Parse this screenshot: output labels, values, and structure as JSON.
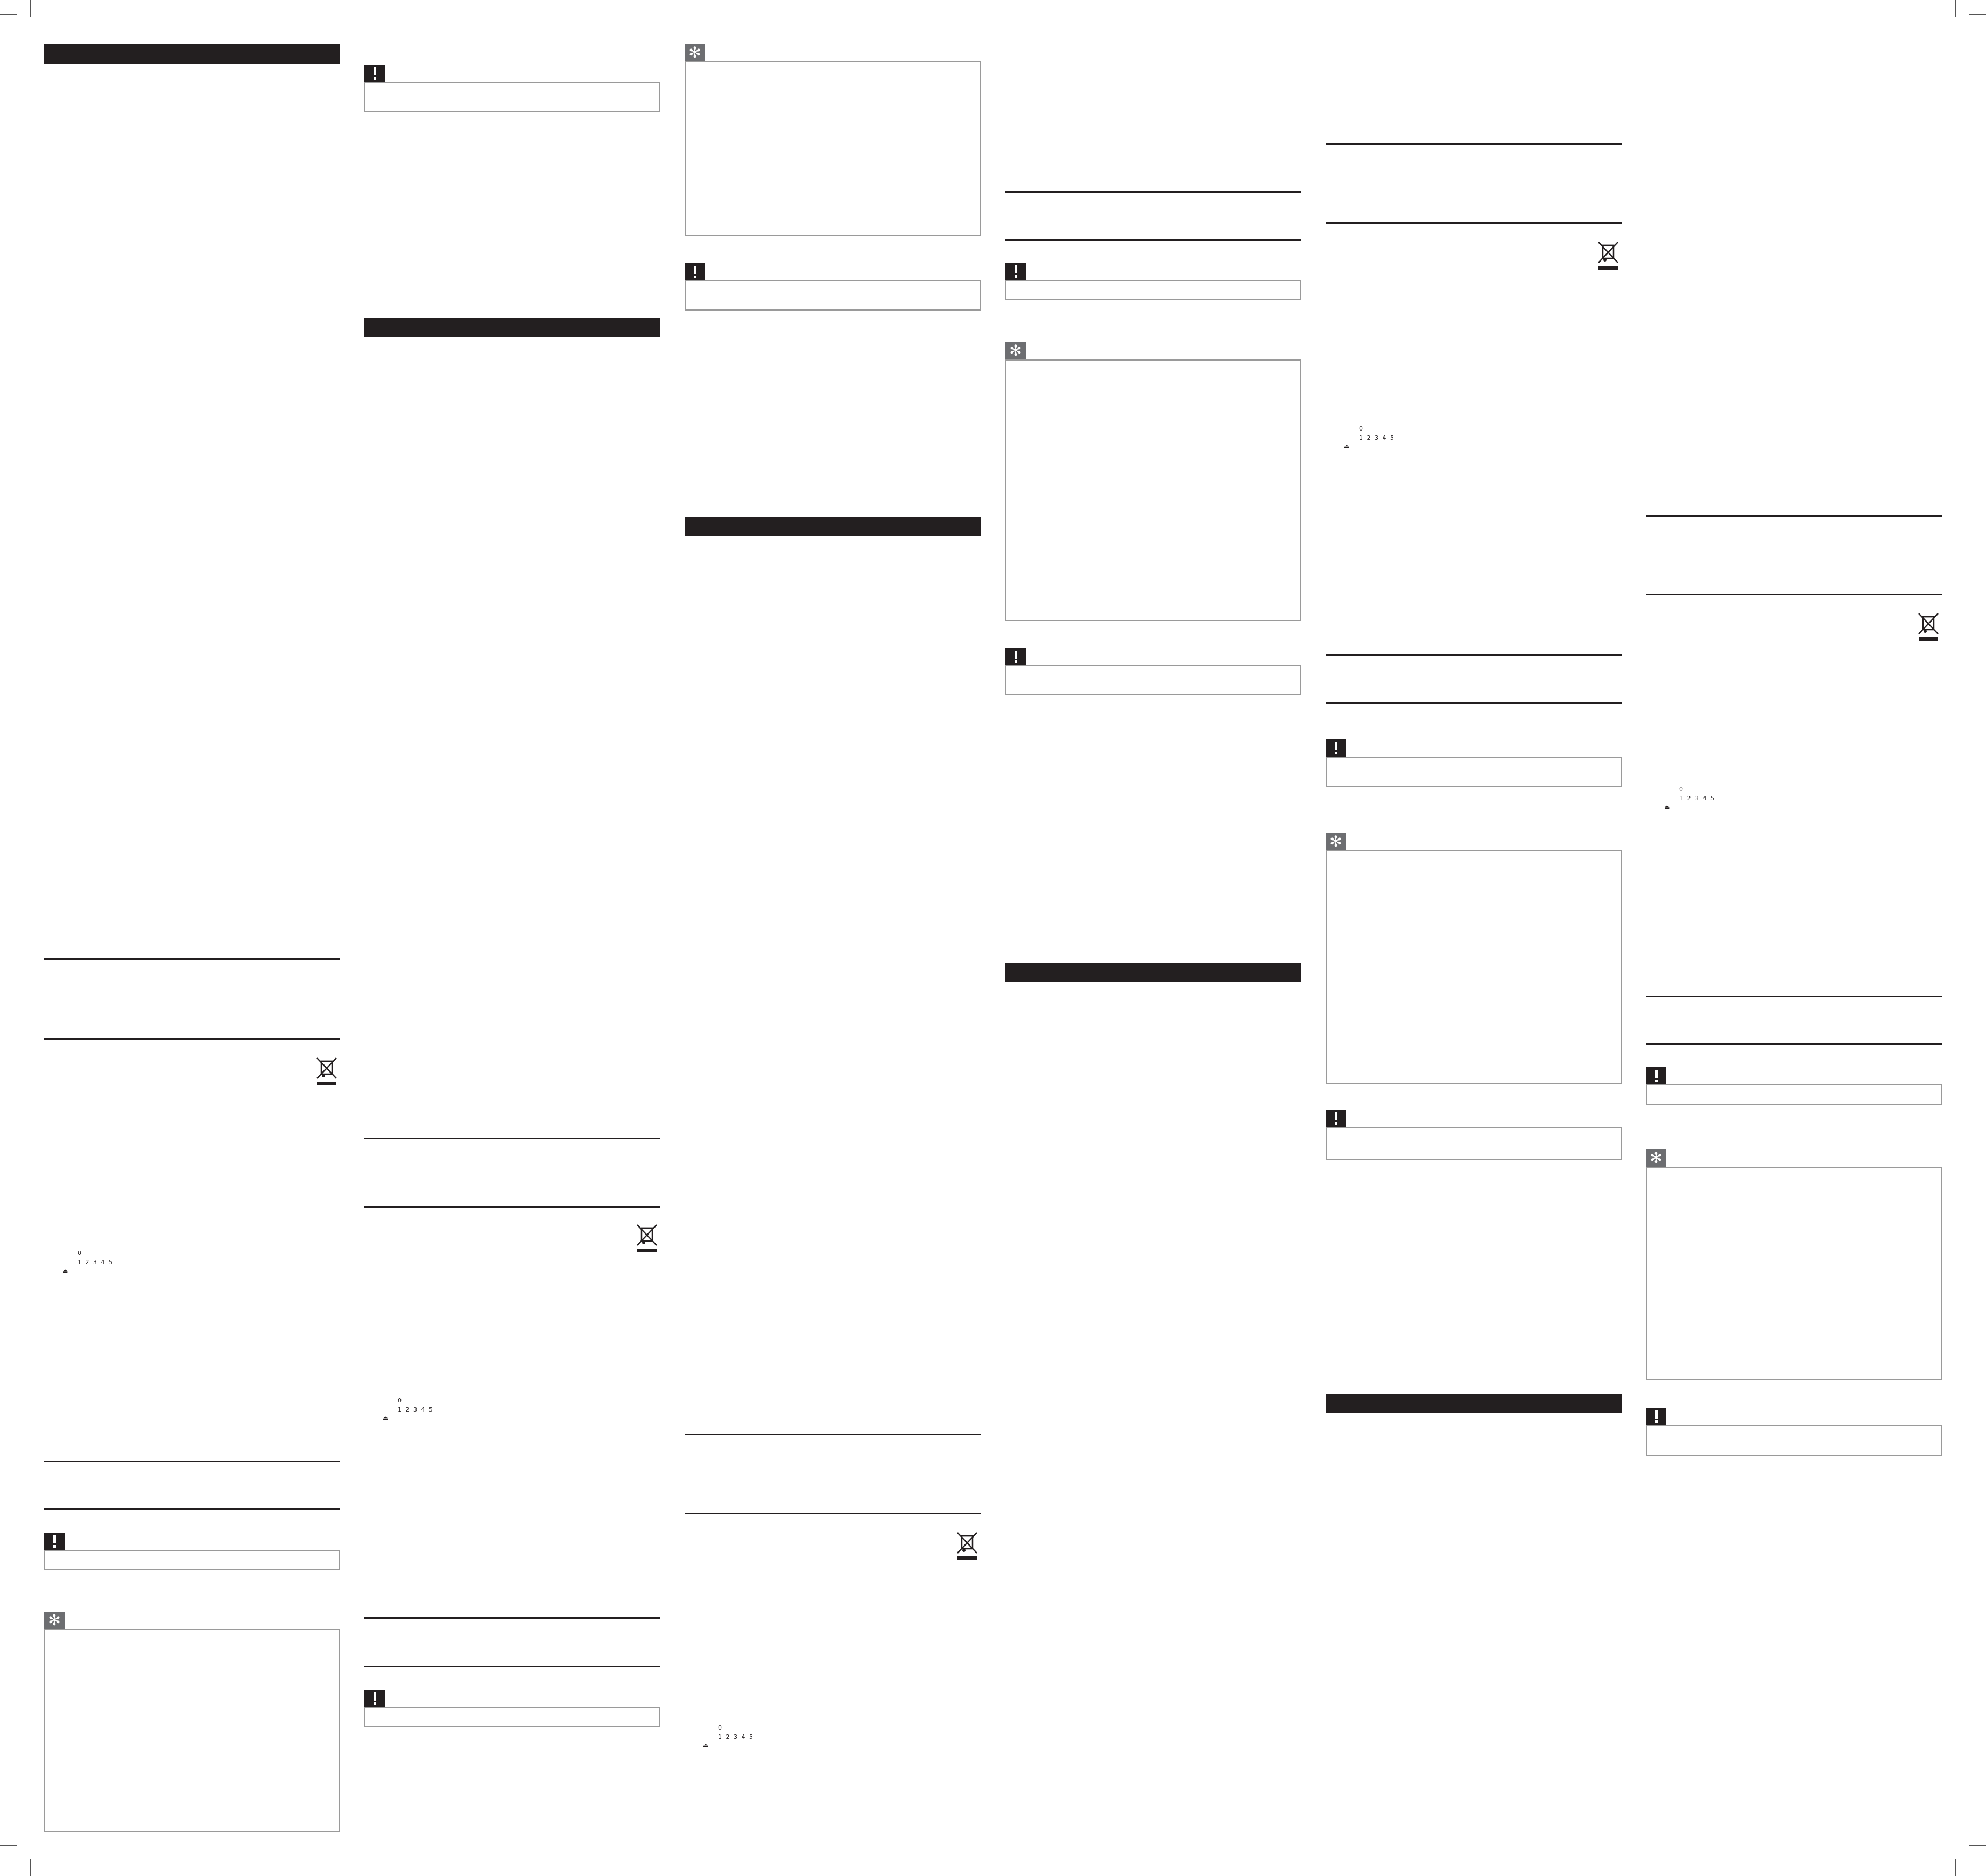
{
  "document": {
    "type": "multilingual instruction leaflet (print layout, text not rendered)",
    "columns": 6
  },
  "setting_grid": {
    "zero_label": "0",
    "scale_labels": "1 2 3 4 5",
    "symbol": "⏏"
  },
  "icons": {
    "caution_icon": "exclamation-mark-icon",
    "tip_icon": "asterisk-icon",
    "disposal_icon": "crossed-out-wheelie-bin-icon"
  },
  "colors": {
    "header_bar": "#231f20",
    "tip_badge": "#6d6e71",
    "box_border": "#9a9a9a",
    "background": "#ffffff"
  }
}
